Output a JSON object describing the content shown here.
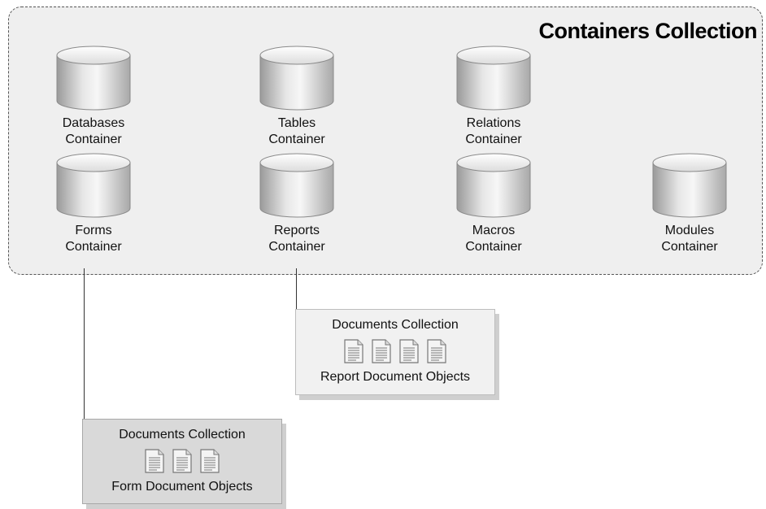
{
  "collection_title": "Containers Collection",
  "containers": [
    {
      "label": "Databases\nContainer"
    },
    {
      "label": "Tables\nContainer"
    },
    {
      "label": "Relations\nContainer"
    },
    {
      "label": "Forms\nContainer"
    },
    {
      "label": "Reports\nContainer"
    },
    {
      "label": "Macros\nContainer"
    },
    {
      "label": "Modules\nContainer"
    }
  ],
  "reports_documents": {
    "title": "Documents Collection",
    "footer": "Report Document Objects",
    "icon": "document-icon",
    "icon_count": 4
  },
  "forms_documents": {
    "title": "Documents Collection",
    "footer": "Form Document Objects",
    "icon": "document-icon",
    "icon_count": 3
  }
}
